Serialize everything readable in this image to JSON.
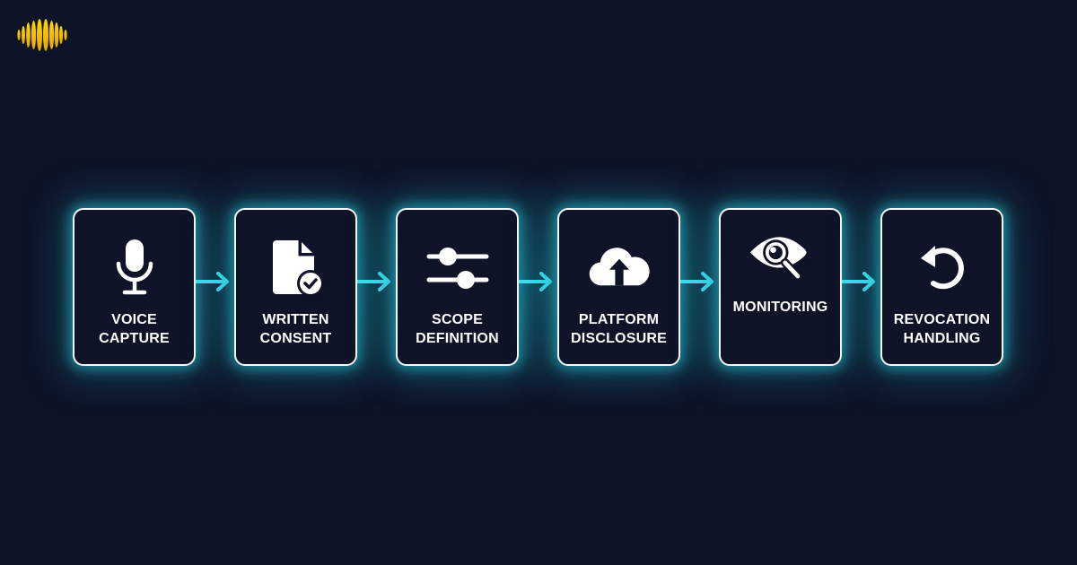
{
  "logo": {
    "icon": "soundwave-logo-icon",
    "color": "#f5c400"
  },
  "colors": {
    "background": "#0e1428",
    "box_fill": "#0f1328",
    "border": "#f4f8fa",
    "glow": "#28c8dc",
    "arrow": "#3fdcef"
  },
  "steps": [
    {
      "label": "VOICE\nCAPTURE",
      "icon": "microphone-icon"
    },
    {
      "label": "WRITTEN\nCONSENT",
      "icon": "document-check-icon"
    },
    {
      "label": "SCOPE\nDEFINITION",
      "icon": "sliders-icon"
    },
    {
      "label": "PLATFORM\nDISCLOSURE",
      "icon": "cloud-upload-icon"
    },
    {
      "label": "MONITORING",
      "icon": "eye-magnifier-icon"
    },
    {
      "label": "REVOCATION\nHANDLING",
      "icon": "undo-icon"
    }
  ]
}
